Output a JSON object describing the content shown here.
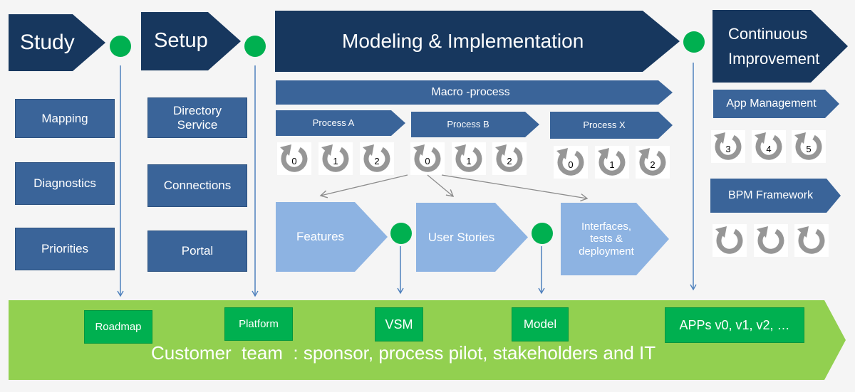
{
  "phases": {
    "study": "Study",
    "setup": "Setup",
    "modeling": "Modeling & Implementation",
    "continuous_line1": "Continuous",
    "continuous_line2": "Improvement"
  },
  "study_items": [
    "Mapping",
    "Diagnostics",
    "Priorities"
  ],
  "setup_items": [
    "Directory Service",
    "Connections",
    "Portal"
  ],
  "modeling": {
    "macro": "Macro -process",
    "processes": [
      "Process A",
      "Process B",
      "Process X"
    ],
    "cycle_numbers": [
      "0",
      "1",
      "2"
    ],
    "steps": [
      "Features",
      "User Stories",
      "Interfaces, tests & deployment"
    ]
  },
  "continuous": {
    "app_management": "App Management",
    "app_cycles": [
      "3",
      "4",
      "5"
    ],
    "bpm_framework": "BPM Framework"
  },
  "deliverables": [
    "Roadmap",
    "Platform",
    "VSM",
    "Model",
    "APPs v0, v1, v2, …"
  ],
  "customer_team": "Customer  team  : sponsor, process pilot, stakeholders and IT",
  "colors": {
    "dark_navy": "#17375e",
    "mid_blue": "#3a6499",
    "light_blue": "#8db3e2",
    "green_band": "#92d050",
    "milestone_green": "#00b050",
    "cycle_gray": "#969696",
    "connector_blue": "#4f81bd"
  }
}
